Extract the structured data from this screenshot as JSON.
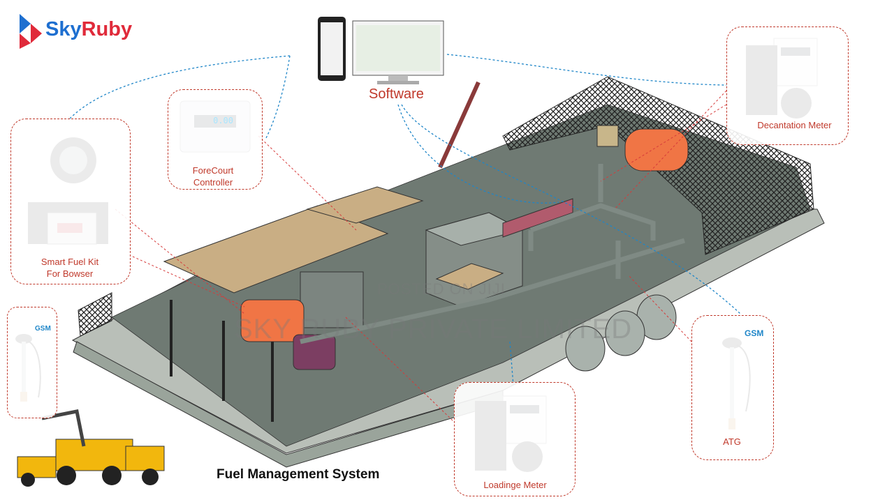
{
  "brand": {
    "part1": "Sky",
    "part2": "Ruby",
    "color1": "#1e6fd0",
    "color2": "#e02a3a"
  },
  "software": {
    "label": "Software"
  },
  "callouts": {
    "forecourt": "ForeCourt\nController",
    "smart_fuel_kit": "Smart Fuel Kit\nFor Bowser",
    "decantation_meter": "Decantation Meter",
    "loading_meter": "Loadinge Meter",
    "atg": "ATG"
  },
  "gsm_label": "GSM",
  "display_readout": "0.00",
  "title": "Fuel Management System",
  "watermark": {
    "line1": "POSTED ON JIJI",
    "line2": "SKY RUBY PRIVATE LIMITED"
  },
  "colors": {
    "callout_border": "#c0392b",
    "wireless": "#1f86c8",
    "site_floor": "#5f6b63"
  }
}
